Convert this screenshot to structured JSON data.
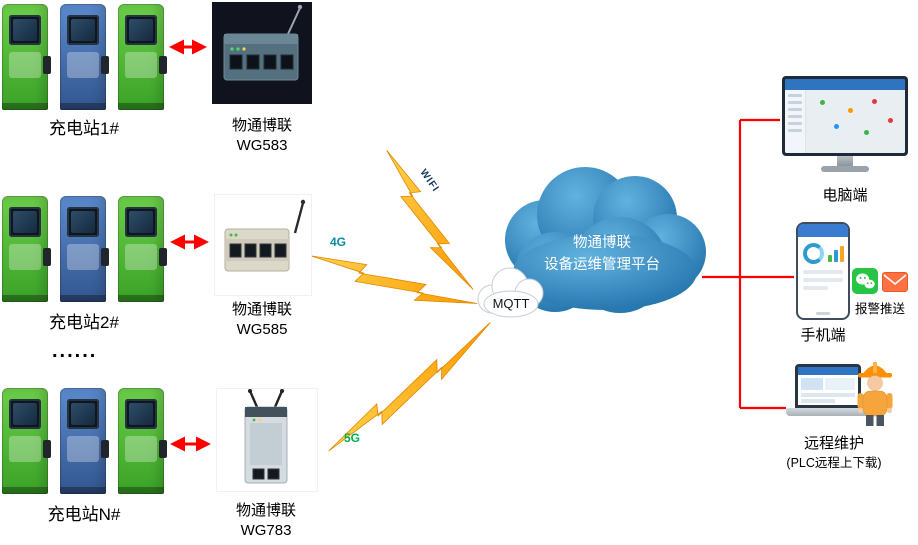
{
  "page": {
    "stations": {
      "groups": [
        {
          "label": "充电站1#"
        },
        {
          "label": "充电站2#"
        },
        {
          "label": "充电站N#"
        }
      ],
      "ellipsis": "......"
    },
    "gateways": [
      {
        "brand": "物通博联",
        "model": "WG583"
      },
      {
        "brand": "物通博联",
        "model": "WG585"
      },
      {
        "brand": "物通博联",
        "model": "WG783"
      }
    ],
    "links": {
      "wifi": {
        "label": "WIFI",
        "color": "#17375e"
      },
      "g4": {
        "label": "4G",
        "color": "#0a8ca0"
      },
      "g5": {
        "label": "5G",
        "color": "#00b050"
      }
    },
    "cloud": {
      "title_line1": "物通博联",
      "title_line2": "设备运维管理平台",
      "protocol": "MQTT"
    },
    "endpoints": {
      "pc": {
        "label": "电脑端"
      },
      "mobile": {
        "label": "手机端",
        "push_label": "报警推送"
      },
      "maintenance": {
        "label": "远程维护",
        "sub_label": "(PLC远程上下载)"
      }
    },
    "icons": {
      "wechat": "wechat-icon",
      "mail": "mail-icon"
    },
    "colors": {
      "connector_red": "#ff0000",
      "bolt_orange": "#ff9800",
      "bolt_yellow": "#ffd34d",
      "cloud_blue": "#2f7fb6",
      "station_green": "#4cb838",
      "station_blue": "#3f6db0",
      "wechat_green": "#28c445",
      "mail_orange": "#ff7043"
    }
  }
}
